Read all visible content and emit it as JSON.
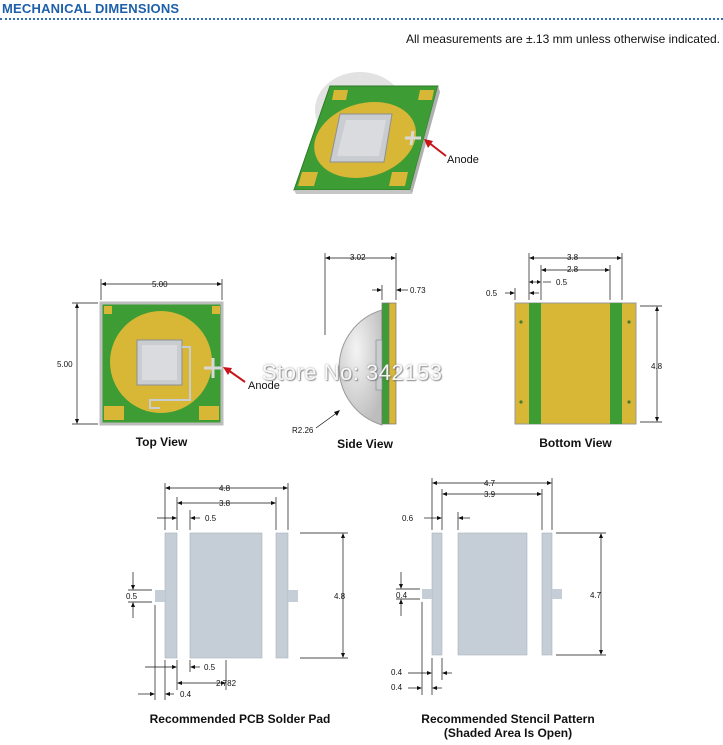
{
  "header": {
    "title": "MECHANICAL DIMENSIONS"
  },
  "note": "All measurements are ±.13 mm unless otherwise indicated.",
  "anode_label": "Anode",
  "top_view": {
    "caption": "Top View",
    "width": "5.00",
    "height": "5.00"
  },
  "side_view": {
    "caption": "Side View",
    "dome": "3.02",
    "base": "0.73",
    "radius": "R2.26"
  },
  "bottom_view": {
    "caption": "Bottom View",
    "outer": "3.8",
    "inner": "2.8",
    "pad_small": "0.5",
    "gap": "0.5",
    "height": "4.8"
  },
  "pcb_pad": {
    "caption": "Recommended PCB Solder Pad",
    "outer": "4.8",
    "mid": "3.8",
    "gap": "0.5",
    "tab": "0.5",
    "height": "4.8",
    "bottom_gap": "0.5",
    "center": "2.782",
    "tab_width": "0.4"
  },
  "stencil": {
    "caption_line1": "Recommended Stencil Pattern",
    "caption_line2": "(Shaded Area Is Open)",
    "outer": "4.7",
    "mid": "3.9",
    "gap": "0.6",
    "tab": "0.4",
    "height": "4.7",
    "bottom1": "0.4",
    "bottom2": "0.4"
  },
  "watermark": "Store No: 342153",
  "colors": {
    "title_blue": "#1d5fa8",
    "pcb_green": "#3d9c34",
    "pad_gold": "#d8b737",
    "die_gray": "#c9ccd0",
    "pad_gray": "#c5cdd6",
    "arrow_red": "#c8141a"
  }
}
